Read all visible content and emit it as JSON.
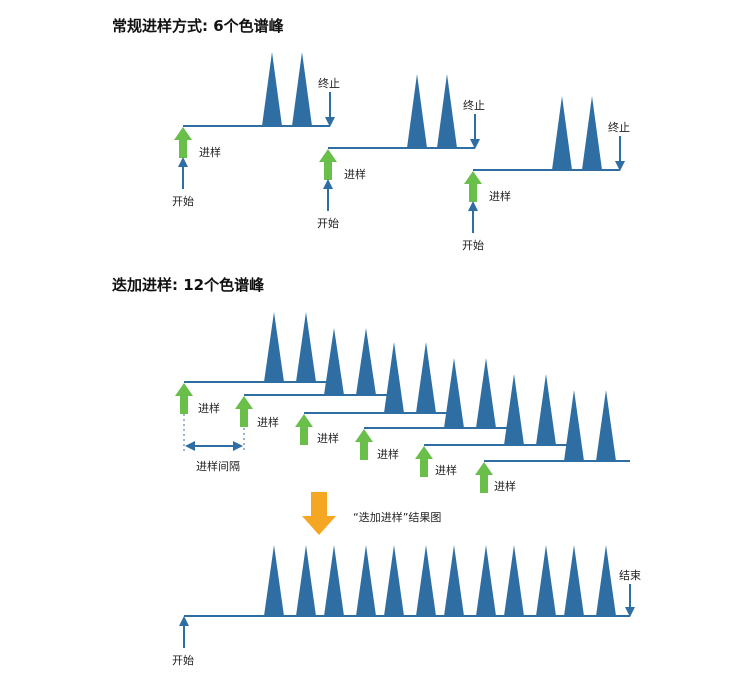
{
  "section1": {
    "heading": "常规进样方式: 6个色谱峰"
  },
  "section2": {
    "heading": "迭加进样: 12个色谱峰"
  },
  "labels": {
    "inject": "进样",
    "start": "开始",
    "stop": "终止",
    "end": "结束",
    "interval": "进样间隔",
    "result": "“迭加进样”结果图"
  },
  "colors": {
    "peak": "#2f6ea3",
    "baseline": "#2f6ea3",
    "inject_arrow": "#6abf4b",
    "result_arrow": "#f5a623"
  }
}
